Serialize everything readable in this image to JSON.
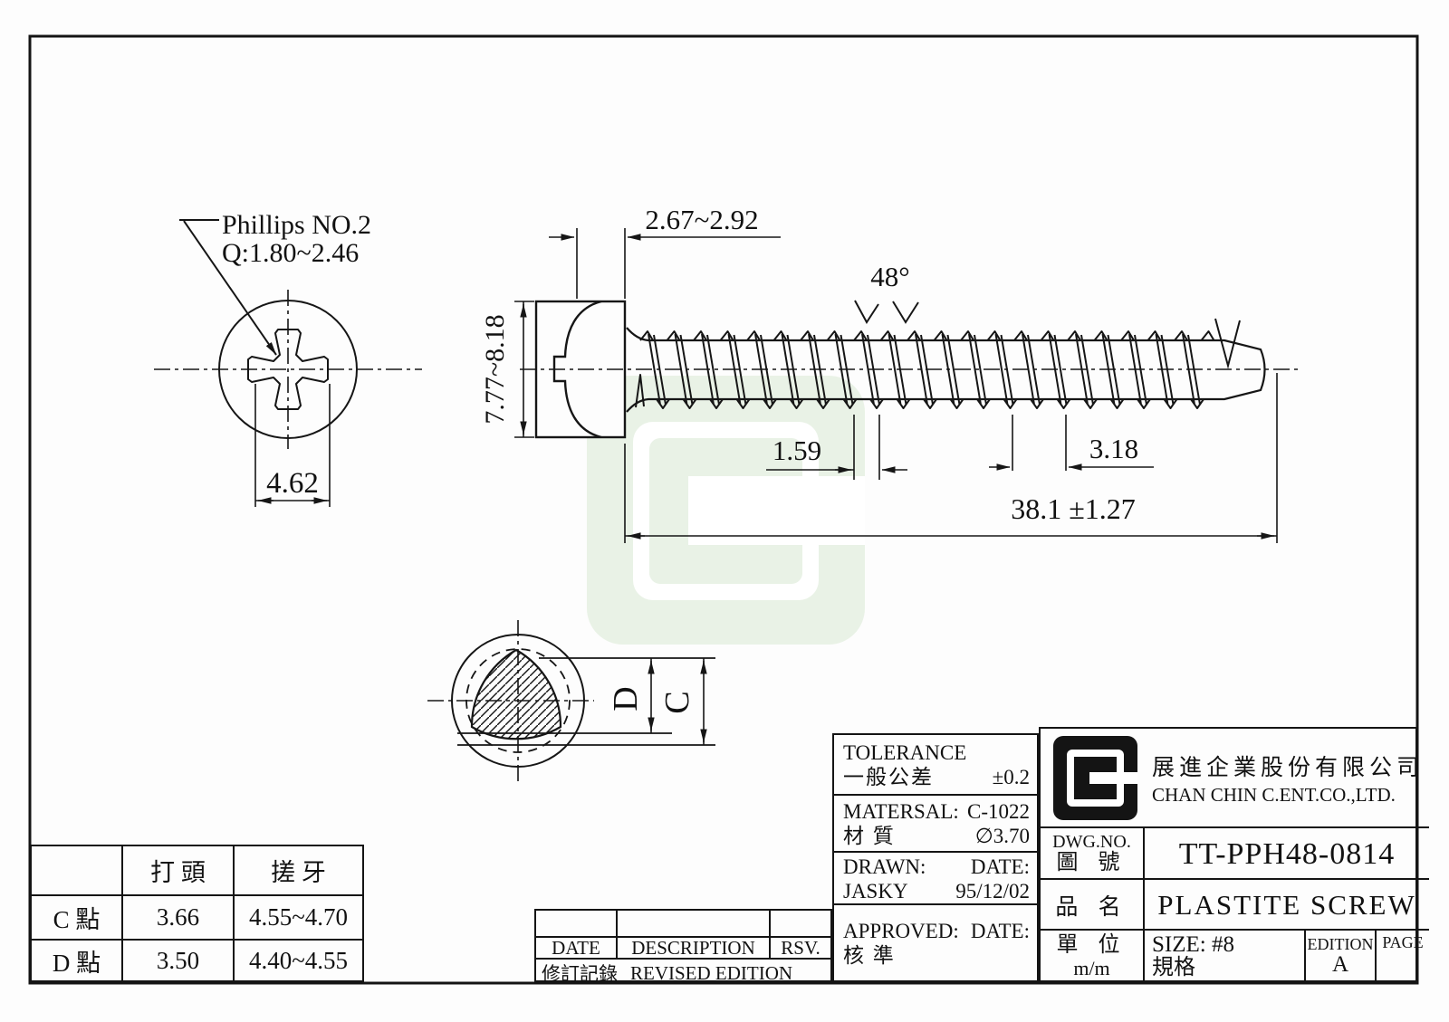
{
  "dims": {
    "phillips_label": "Phillips NO.2",
    "phillips_q": "Q:1.80~2.46",
    "recess_width": "4.62",
    "head_height": "2.67~2.92",
    "head_diameter": "7.77~8.18",
    "thread_angle": "48°",
    "thread_pitch": "1.59",
    "thread_pitch2": "3.18",
    "overall_length": "38.1 ±1.27",
    "section_d": "D",
    "section_c": "C"
  },
  "point_table": {
    "headers": [
      "",
      "打 頭",
      "搓 牙"
    ],
    "rows": [
      [
        "C 點",
        "3.66",
        "4.55~4.70"
      ],
      [
        "D 點",
        "3.50",
        "4.40~4.55"
      ]
    ]
  },
  "revision_table": {
    "date": "DATE",
    "description": "DESCRIPTION",
    "rsv": "RSV.",
    "footer_cjk": "修訂記錄",
    "footer_en": "REVISED EDITION"
  },
  "title_block": {
    "tolerance_label": "TOLERANCE",
    "tolerance_cjk": "一般公差",
    "tolerance_value": "±0.2",
    "material_label": "MATERSAL:",
    "material_value": "C-1022",
    "material_cjk": "材 質",
    "material_diameter": "∅3.70",
    "drawn_label": "DRAWN:",
    "drawn_date_label": "DATE:",
    "drawn_by": "JASKY",
    "drawn_date": "95/12/02",
    "approved_label": "APPROVED:",
    "approved_date_label": "DATE:",
    "approved_cjk": "核 準",
    "dwg_label": "DWG.NO.",
    "dwg_cjk": "圖 號",
    "dwg_no": "TT-PPH48-0814",
    "part_label_cjk": "品 名",
    "part_name": "PLASTITE SCREW",
    "unit_cjk": "單 位",
    "unit_value": "m/m",
    "size_label": "SIZE: #8",
    "size_cjk": "規格",
    "edition_label": "EDITION",
    "edition_value": "A",
    "page_label": "PAGE"
  },
  "company": {
    "name_cjk": "展進企業股份有限公司",
    "name_en": "CHAN CHIN C.ENT.CO.,LTD."
  },
  "colors": {
    "line": "#161616",
    "watermark_green": "#e9f2e6"
  }
}
